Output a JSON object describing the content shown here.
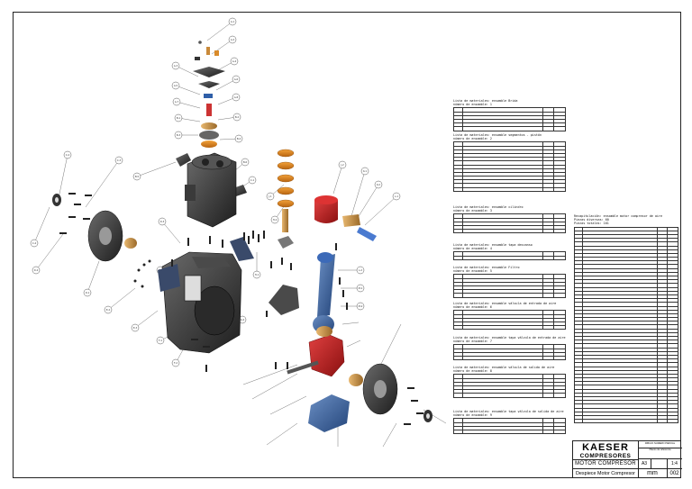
{
  "drawing": {
    "callouts": [
      "A-1",
      "A-2",
      "A-3",
      "A-4",
      "A-5",
      "A-6",
      "A-7",
      "A-8",
      "B-1",
      "B-2",
      "B-3",
      "B-4",
      "B-5",
      "B-6",
      "C-1",
      "C-2",
      "C-3",
      "C-4",
      "D-1",
      "D-2",
      "D-3",
      "E-1",
      "E-2",
      "E-3",
      "F-1",
      "F-2",
      "G-1",
      "G-2",
      "H-1",
      "H-2",
      "J-1",
      "J-2",
      "K-1",
      "K-2",
      "L-1",
      "L-2",
      "M-1",
      "M-2"
    ]
  },
  "bom": {
    "b1": {
      "title": "Lista de materiales: ensamble Brida",
      "sub": "número de ensamble: 1",
      "rows": 6
    },
    "b2": {
      "title": "Lista de materiales: ensamble segmentos - pistón",
      "sub": "número de ensamble: 2",
      "rows": 13
    },
    "b3": {
      "title": "Lista de materiales: ensamble cilindro",
      "sub": "número de ensamble: 3",
      "rows": 5
    },
    "b4": {
      "title": "Lista de materiales: ensamble tapa descanso",
      "sub": "número de ensamble: 4",
      "rows": 2
    },
    "b5": {
      "title": "Lista de materiales: ensamble Filtro",
      "sub": "número de ensamble: 5",
      "rows": 6
    },
    "b6": {
      "title": "Lista de materiales: ensamble válvula de entrada de aire",
      "sub": "número de ensamble: 6",
      "rows": 5
    },
    "b7": {
      "title": "Lista de materiales: ensamble tapa válvula de entrada de aire",
      "sub": "número de ensamble: 7",
      "rows": 4
    },
    "b8": {
      "title": "Lista de materiales: ensamble válvula de salida de aire",
      "sub": "número de ensamble: 8",
      "rows": 6
    },
    "b9": {
      "title": "Lista de materiales: ensamble tapa válvula de salida de aire",
      "sub": "número de ensamble: 9",
      "rows": 4
    },
    "summary": {
      "title": "Recapitulación: ensamble motor compresor de aire",
      "sub": "Piezas diversas: 60",
      "sub2": "Piezas totales: 161",
      "rows": 52
    }
  },
  "titleblock": {
    "brand": "KAESER",
    "brand2": "COMPRESORES",
    "subject": "MOTOR COMPRESOR",
    "desc": "Despiece Motor Compresor",
    "format": "A3",
    "scale": "1:4",
    "unit": "mm",
    "sheet": "002",
    "note1": "DIBUJO NUMERO PARCIAL",
    "note2": "Planos de referencia"
  }
}
